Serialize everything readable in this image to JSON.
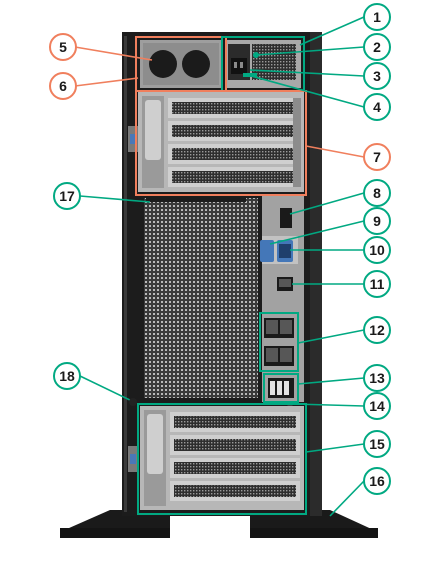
{
  "colors": {
    "green": "#01a982",
    "orange": "#f07f5d",
    "chassis": "#1c1c1c",
    "panel": "#8a8a8a",
    "panel_light": "#c8c8c8",
    "background": "#ffffff"
  },
  "callouts": [
    {
      "id": "c1",
      "label": "1",
      "color": "green"
    },
    {
      "id": "c2",
      "label": "2",
      "color": "green"
    },
    {
      "id": "c3",
      "label": "3",
      "color": "green"
    },
    {
      "id": "c4",
      "label": "4",
      "color": "green"
    },
    {
      "id": "c5",
      "label": "5",
      "color": "orange"
    },
    {
      "id": "c6",
      "label": "6",
      "color": "orange"
    },
    {
      "id": "c7",
      "label": "7",
      "color": "orange"
    },
    {
      "id": "c8",
      "label": "8",
      "color": "green"
    },
    {
      "id": "c9",
      "label": "9",
      "color": "green"
    },
    {
      "id": "c10",
      "label": "10",
      "color": "green"
    },
    {
      "id": "c11",
      "label": "11",
      "color": "green"
    },
    {
      "id": "c12",
      "label": "12",
      "color": "green"
    },
    {
      "id": "c13",
      "label": "13",
      "color": "green"
    },
    {
      "id": "c14",
      "label": "14",
      "color": "green"
    },
    {
      "id": "c15",
      "label": "15",
      "color": "green"
    },
    {
      "id": "c16",
      "label": "16",
      "color": "green"
    },
    {
      "id": "c17",
      "label": "17",
      "color": "green"
    },
    {
      "id": "c18",
      "label": "18",
      "color": "green"
    }
  ]
}
